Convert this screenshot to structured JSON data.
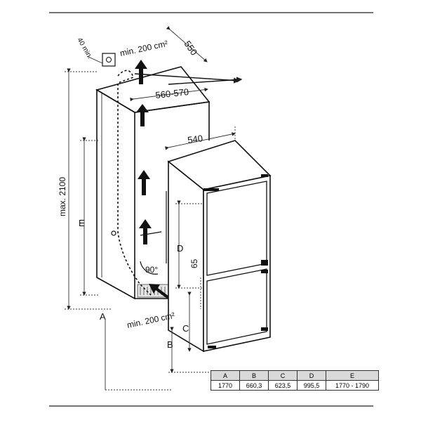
{
  "labels": {
    "top_clearance": "min. 200 cm²",
    "bottom_clearance": "min. 200 cm²",
    "depth_top": "550",
    "rear_gap": "40 min.",
    "niche_width": "560-570",
    "appliance_width": "540",
    "max_height": "max. 2100",
    "dim_e": "E",
    "dim_a": "A",
    "dim_d": "D",
    "dim_c": "C",
    "dim_b": "B",
    "gap_65": "65",
    "door_angle": "90°"
  },
  "table": {
    "headers": [
      "A",
      "B",
      "C",
      "D",
      "E"
    ],
    "values": [
      "1770",
      "660,3",
      "623,5",
      "995,5",
      "1770 - 1790"
    ]
  }
}
